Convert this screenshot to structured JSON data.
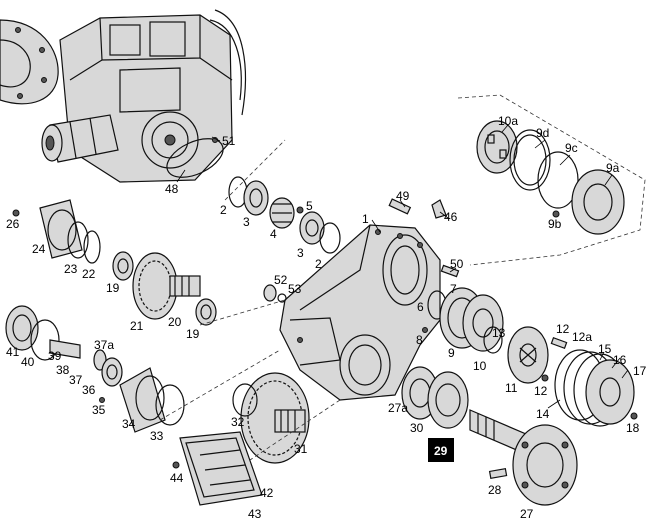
{
  "diagram": {
    "highlighted_part": "29",
    "labels": {
      "p1": "1",
      "p2a": "2",
      "p2b": "2",
      "p3a": "3",
      "p3b": "3",
      "p4": "4",
      "p5": "5",
      "p6": "6",
      "p7": "7",
      "p8": "8",
      "p9": "9",
      "p9a": "9a",
      "p9b": "9b",
      "p9c": "9c",
      "p9d": "9d",
      "p10": "10",
      "p10a": "10a",
      "p11": "11",
      "p12a": "12",
      "p12b": "12",
      "p12c": "12a",
      "p13": "13",
      "p14": "14",
      "p15": "15",
      "p16": "16",
      "p17": "17",
      "p18": "18",
      "p19a": "19",
      "p19b": "19",
      "p20": "20",
      "p21": "21",
      "p22": "22",
      "p23": "23",
      "p24": "24",
      "p26": "26",
      "p27": "27",
      "p27a": "27a",
      "p28": "28",
      "p29": "29",
      "p30": "30",
      "p31": "31",
      "p32": "32",
      "p33": "33",
      "p34": "34",
      "p35": "35",
      "p36": "36",
      "p37": "37",
      "p37a": "37a",
      "p38": "38",
      "p39": "39",
      "p40": "40",
      "p41": "41",
      "p42": "42",
      "p43": "43",
      "p44": "44",
      "p46": "46",
      "p48": "48",
      "p49": "49",
      "p50": "50",
      "p51": "51",
      "p52": "52",
      "p53": "53"
    }
  }
}
